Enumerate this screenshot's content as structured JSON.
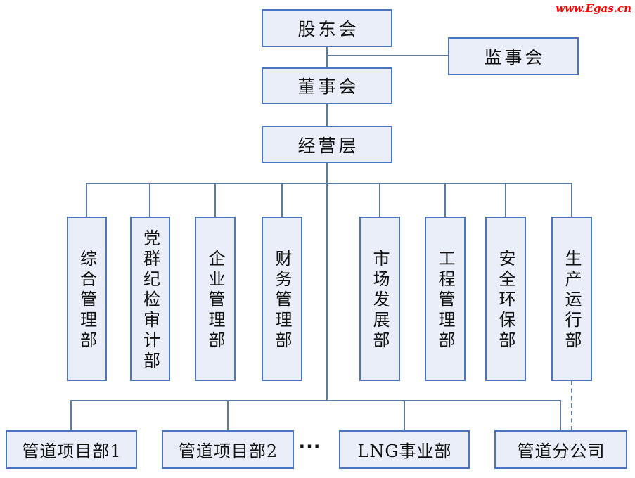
{
  "watermark": "www.Egas.cn",
  "colors": {
    "box_fill": "#e9eef8",
    "box_border": "#4d75bd",
    "line": "#5b7ba3",
    "watermark_color": "#fe0000",
    "text": "#111111"
  },
  "nodes": {
    "shareholders": "股东会",
    "supervisors": "监事会",
    "board": "董事会",
    "management": "经营层"
  },
  "departments": [
    "综合管理部",
    "党群纪检审计部",
    "企业管理部",
    "财务管理部",
    "市场发展部",
    "工程管理部",
    "安全环保部",
    "生产运行部"
  ],
  "bottom": {
    "pipeline_project_1": "管道项目部1",
    "pipeline_project_2": "管道项目部2",
    "ellipsis": "⋯",
    "lng_division": "LNG事业部",
    "pipeline_branch": "管道分公司"
  }
}
